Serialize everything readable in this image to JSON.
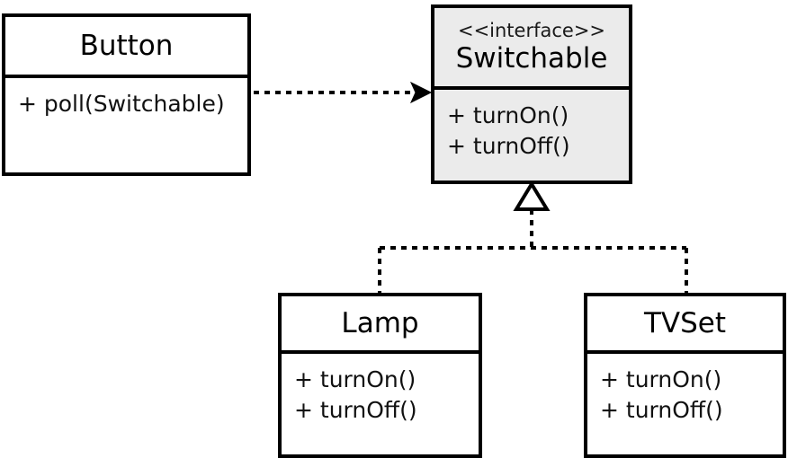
{
  "diagram": {
    "type": "uml-class-diagram",
    "background": "#ffffff",
    "stroke_color": "#000000",
    "interface_fill": "#ebebeb"
  },
  "classes": {
    "button": {
      "name": "Button",
      "stereotype": "",
      "members": [
        "+ poll(Switchable)"
      ],
      "fill": "#ffffff"
    },
    "switchable": {
      "name": "Switchable",
      "stereotype": "<<interface>>",
      "members": [
        "+ turnOn()",
        "+ turnOff()"
      ],
      "fill": "#ebebeb"
    },
    "lamp": {
      "name": "Lamp",
      "stereotype": "",
      "members": [
        "+ turnOn()",
        "+ turnOff()"
      ],
      "fill": "#ffffff"
    },
    "tvset": {
      "name": "TVSet",
      "stereotype": "",
      "members": [
        "+ turnOn()",
        "+ turnOff()"
      ],
      "fill": "#ffffff"
    }
  },
  "relationships": [
    {
      "id": "dependency-button-switchable",
      "kind": "dependency",
      "from": "Button",
      "to": "Switchable",
      "line_style": "dashed",
      "arrowhead": "open-filled-arrow",
      "label": ""
    },
    {
      "id": "realization-lamp-switchable",
      "kind": "realization",
      "from": "Lamp",
      "to": "Switchable",
      "line_style": "dashed",
      "arrowhead": "hollow-triangle",
      "label": ""
    },
    {
      "id": "realization-tvset-switchable",
      "kind": "realization",
      "from": "TVSet",
      "to": "Switchable",
      "line_style": "dashed",
      "arrowhead": "hollow-triangle",
      "label": ""
    }
  ]
}
